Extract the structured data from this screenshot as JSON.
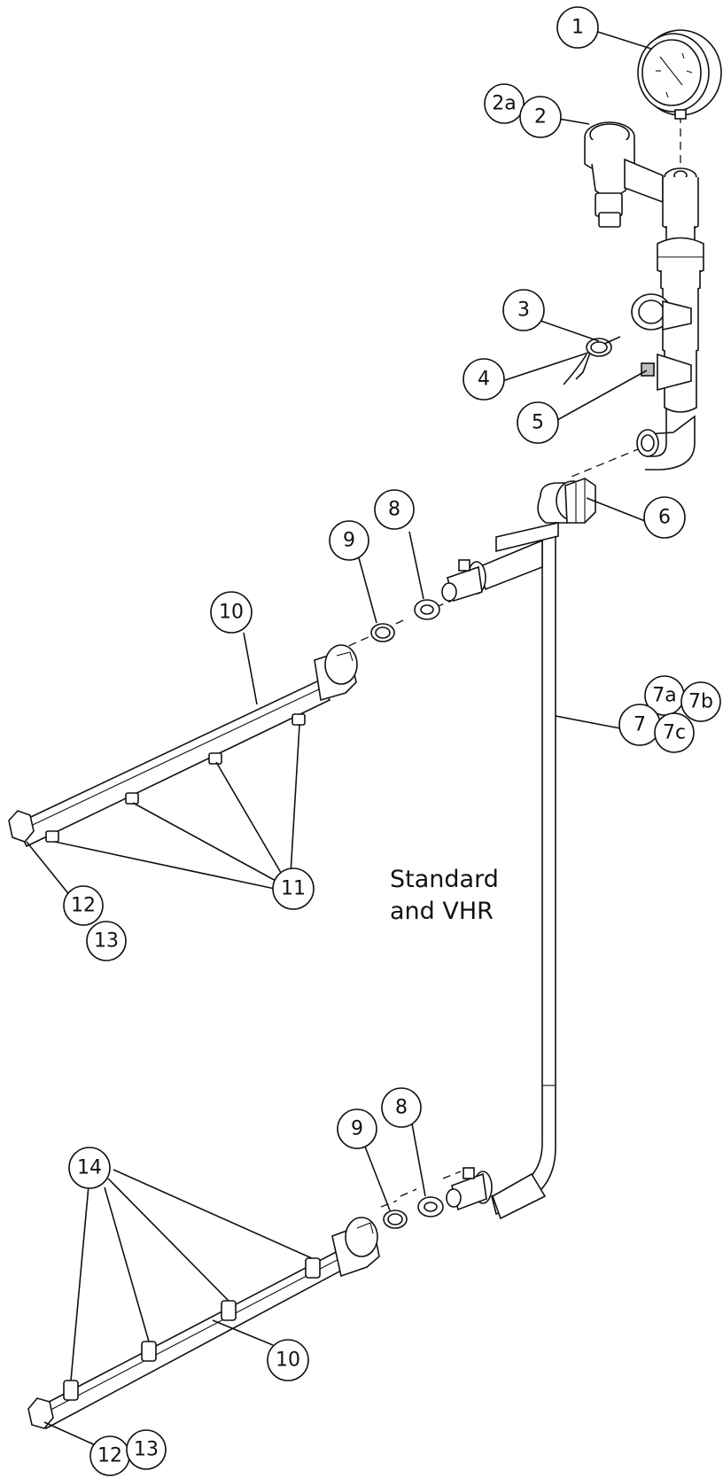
{
  "caption": {
    "line1": "Standard",
    "line2": "and VHR"
  },
  "callouts": {
    "c1": "1",
    "c2a": "2a",
    "c2": "2",
    "c3": "3",
    "c4": "4",
    "c5": "5",
    "c6": "6",
    "c7": "7",
    "c7a": "7a",
    "c7b": "7b",
    "c7c": "7c",
    "c8_top": "8",
    "c9_top": "9",
    "c10_top": "10",
    "c11": "11",
    "c12_top": "12",
    "c13_top": "13",
    "c8_bottom": "8",
    "c9_bottom": "9",
    "c14": "14",
    "c10_bottom": "10",
    "c12_bottom": "12",
    "c13_bottom": "13"
  }
}
